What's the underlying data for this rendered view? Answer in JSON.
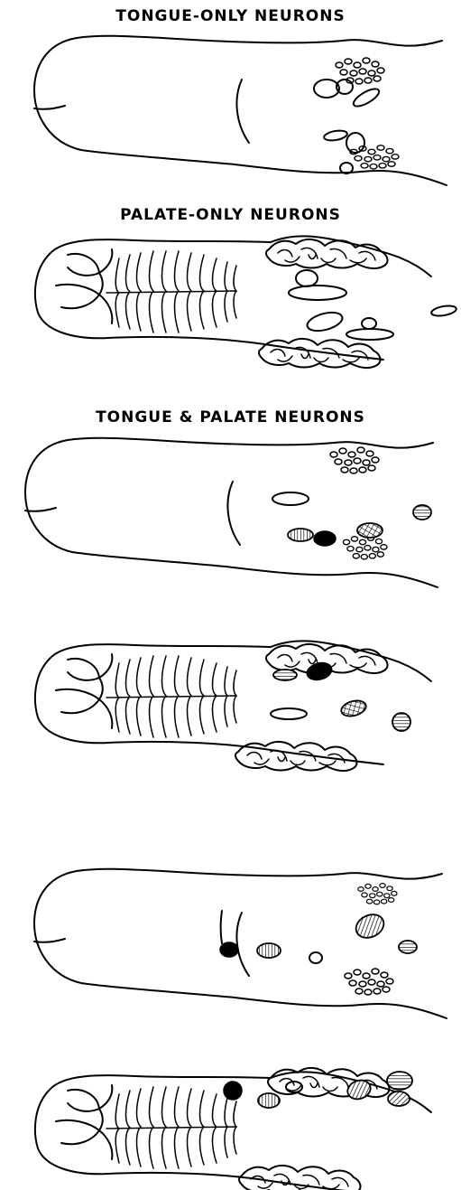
{
  "headings": {
    "tongue_only": "TONGUE-ONLY NEURONS",
    "palate_only": "PALATE-ONLY NEURONS",
    "tongue_and_palate": "TONGUE & PALATE NEURONS"
  }
}
